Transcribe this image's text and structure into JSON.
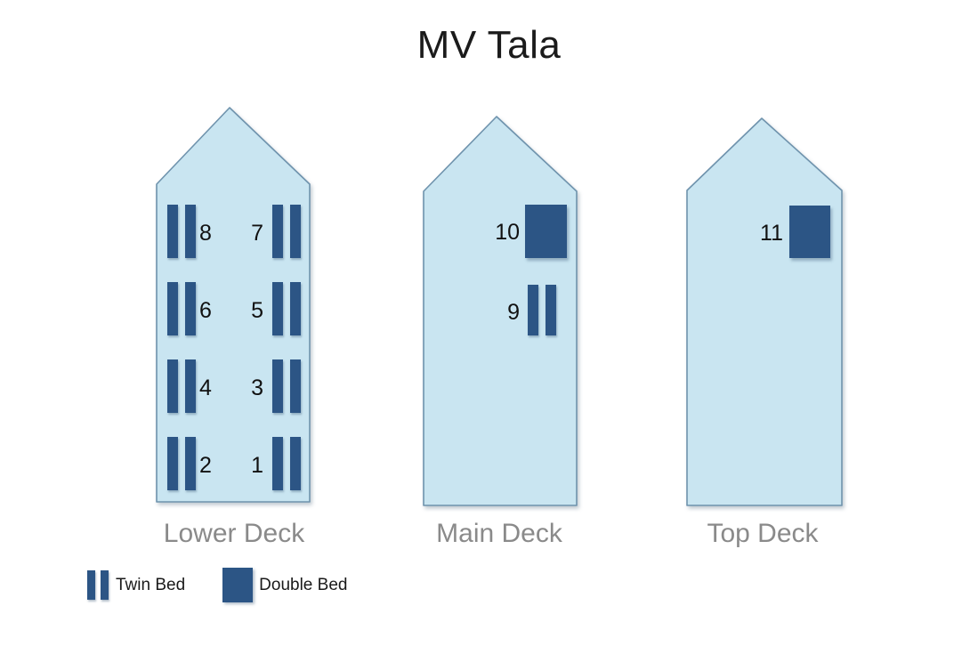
{
  "title": "MV Tala",
  "colors": {
    "deck_fill": "#c9e5f1",
    "deck_stroke": "#6f93ad",
    "bed": "#2c5585",
    "deck_label": "#8a8a8a",
    "background": "#ffffff"
  },
  "decks": [
    {
      "id": "lower",
      "label": "Lower Deck",
      "cabins": [
        {
          "number": "8",
          "bed_type": "twin",
          "number_side": "right"
        },
        {
          "number": "7",
          "bed_type": "twin",
          "number_side": "left"
        },
        {
          "number": "6",
          "bed_type": "twin",
          "number_side": "right"
        },
        {
          "number": "5",
          "bed_type": "twin",
          "number_side": "left"
        },
        {
          "number": "4",
          "bed_type": "twin",
          "number_side": "right"
        },
        {
          "number": "3",
          "bed_type": "twin",
          "number_side": "left"
        },
        {
          "number": "2",
          "bed_type": "twin",
          "number_side": "right"
        },
        {
          "number": "1",
          "bed_type": "twin",
          "number_side": "left"
        }
      ]
    },
    {
      "id": "main",
      "label": "Main Deck",
      "cabins": [
        {
          "number": "10",
          "bed_type": "double",
          "number_side": "left"
        },
        {
          "number": "9",
          "bed_type": "twin",
          "number_side": "left"
        }
      ]
    },
    {
      "id": "top",
      "label": "Top Deck",
      "cabins": [
        {
          "number": "11",
          "bed_type": "double",
          "number_side": "left"
        }
      ]
    }
  ],
  "legend": {
    "twin_label": "Twin Bed",
    "double_label": "Double Bed"
  }
}
